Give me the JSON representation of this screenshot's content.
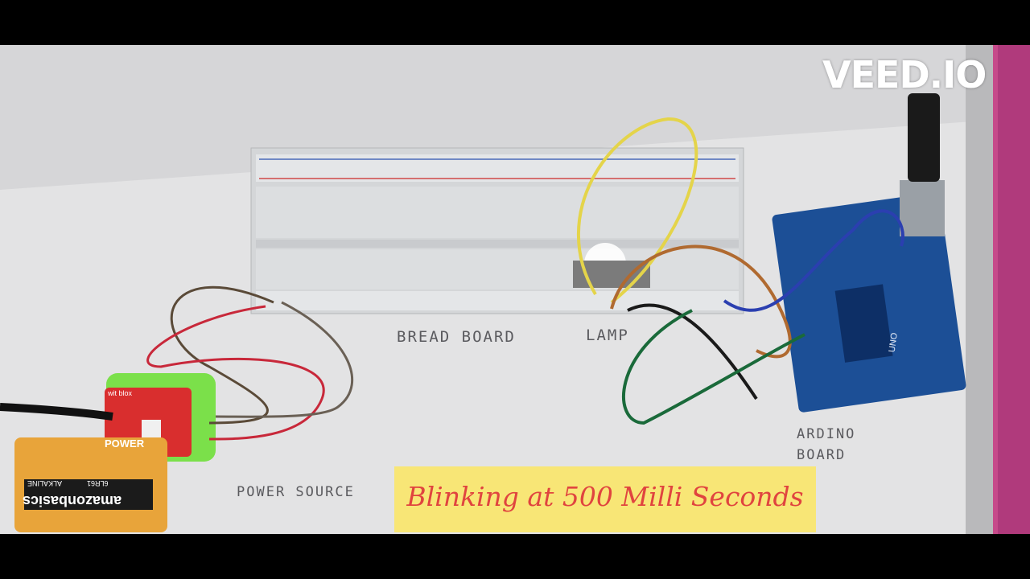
{
  "watermark": {
    "text": "VEED.IO"
  },
  "labels": {
    "breadboard": "BREAD BOARD",
    "lamp": "LAMP",
    "arduino_line1": "ARDINO",
    "arduino_line2": "BOARD",
    "power_source": "POWER SOURCE"
  },
  "power_module": {
    "brand": "wit blox",
    "label": "POWER"
  },
  "arduino": {
    "model": "UNO"
  },
  "battery": {
    "brand": "amazonbasics",
    "type": "ALKALINE",
    "code": "6LR61"
  },
  "caption": {
    "text": "Blinking at 500 Milli Seconds"
  },
  "colors": {
    "caption_bg": "#f8e676",
    "caption_text": "#e0443f",
    "arduino_board": "#1c4f96",
    "power_module": "#d92e2e",
    "module_holder": "#7be04a"
  }
}
